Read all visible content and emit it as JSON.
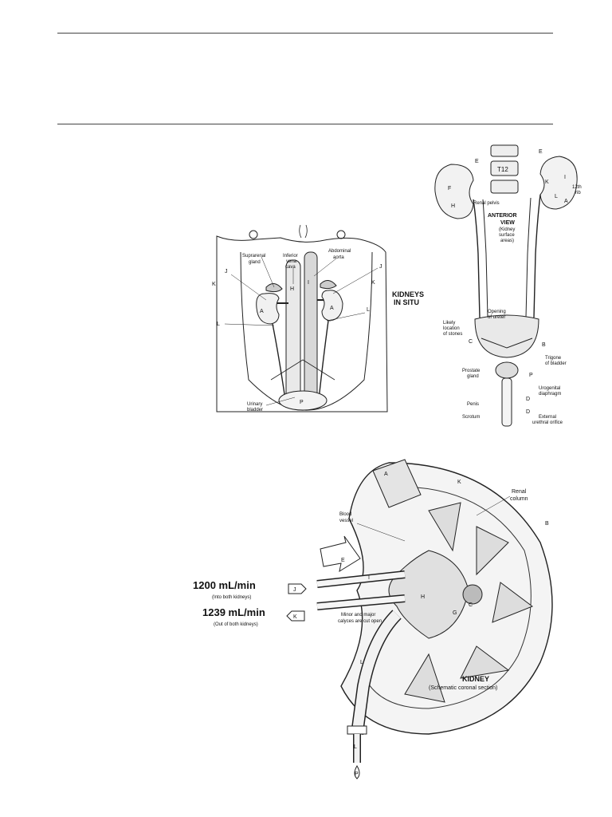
{
  "insitu": {
    "title_line1": "KIDNEYS",
    "title_line2": "IN SITU",
    "suprarenal_1": "Suprarenal",
    "suprarenal_2": "gland",
    "ivc_1": "Inferior",
    "ivc_2": "vena",
    "ivc_3": "cava",
    "aorta_1": "Abdominal",
    "aorta_2": "aorta",
    "bladder_1": "Urinary",
    "bladder_2": "bladder",
    "letters": {
      "a": "A",
      "h": "H",
      "i": "I",
      "j": "J",
      "k": "K",
      "l": "L",
      "p": "P"
    }
  },
  "anterior": {
    "title_1": "ANTERIOR",
    "title_2": "VIEW",
    "sub_1": "(Kidney",
    "sub_2": "surface",
    "sub_3": "areas)",
    "vertebra": "T12",
    "rib_1": "12th",
    "rib_2": "rib",
    "renal_pelvis": "Renal pelvis",
    "ureter_opening_1": "Opening",
    "ureter_opening_2": "of ureter",
    "stones_1": "Likely",
    "stones_2": "location",
    "stones_3": "of stones",
    "trigone_1": "Trigone",
    "trigone_2": "of bladder",
    "prostate_1": "Prostate",
    "prostate_2": "gland",
    "urogenital_1": "Urogenital",
    "urogenital_2": "diaphragm",
    "penis": "Penis",
    "scrotum": "Scrotum",
    "external_1": "External",
    "external_2": "urethral orifice",
    "letters": {
      "a": "A",
      "b": "B",
      "c": "C",
      "d": "D",
      "e": "E",
      "f": "F",
      "h": "H",
      "i": "I",
      "k": "K",
      "l": "L",
      "p": "P"
    }
  },
  "kidney": {
    "title": "KIDNEY",
    "subtitle": "(Schematic coronal section)",
    "renal_column_1": "Renal",
    "renal_column_2": "column",
    "blood_vessel_1": "Blood",
    "blood_vessel_2": "vessel",
    "flow_in": "1200 mL/min",
    "flow_in_note": "(Into both kidneys)",
    "flow_out": "1239 mL/min",
    "flow_out_note": "(Out of both kidneys)",
    "calyces_1": "Minor and major",
    "calyces_2": "calyces are cut open",
    "letters": {
      "a": "A",
      "b": "B",
      "c": "C",
      "e": "E",
      "g": "G",
      "h": "H",
      "i": "I",
      "j": "J",
      "k": "K",
      "l": "L",
      "p": "P"
    }
  }
}
